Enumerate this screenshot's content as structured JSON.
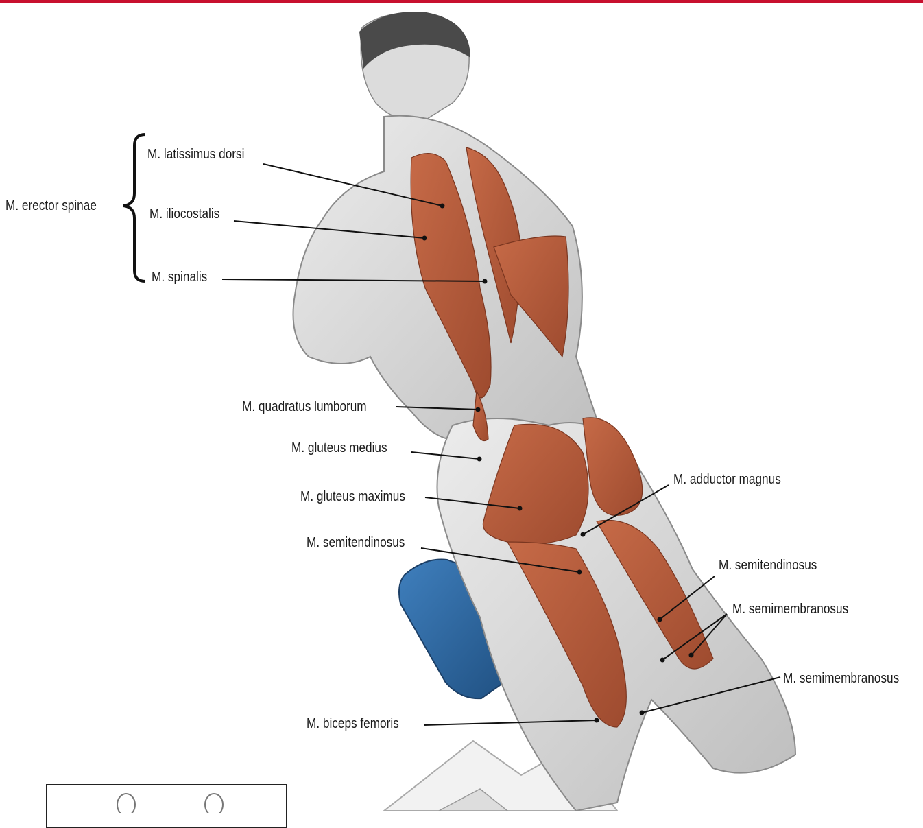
{
  "accent_color": "#c8102e",
  "muscle_color": "#b85c3c",
  "pad_color": "#2f6ea8",
  "labels": {
    "erector_spinae": "M. erector spinae",
    "latissimus_dorsi": "M. latissimus dorsi",
    "iliocostalis": "M. iliocostalis",
    "spinalis": "M. spinalis",
    "quadratus_lumborum": "M. quadratus lumborum",
    "gluteus_medius": "M. gluteus medius",
    "gluteus_maximus": "M. gluteus maximus",
    "semitendinosus_left": "M. semitendinosus",
    "biceps_femoris": "M. biceps femoris",
    "adductor_magnus": "M. adductor magnus",
    "semitendinosus_right": "M. semitendinosus",
    "semimembranosus_upper": "M. semimembranosus",
    "semimembranosus_lower": "M. semimembranosus"
  }
}
